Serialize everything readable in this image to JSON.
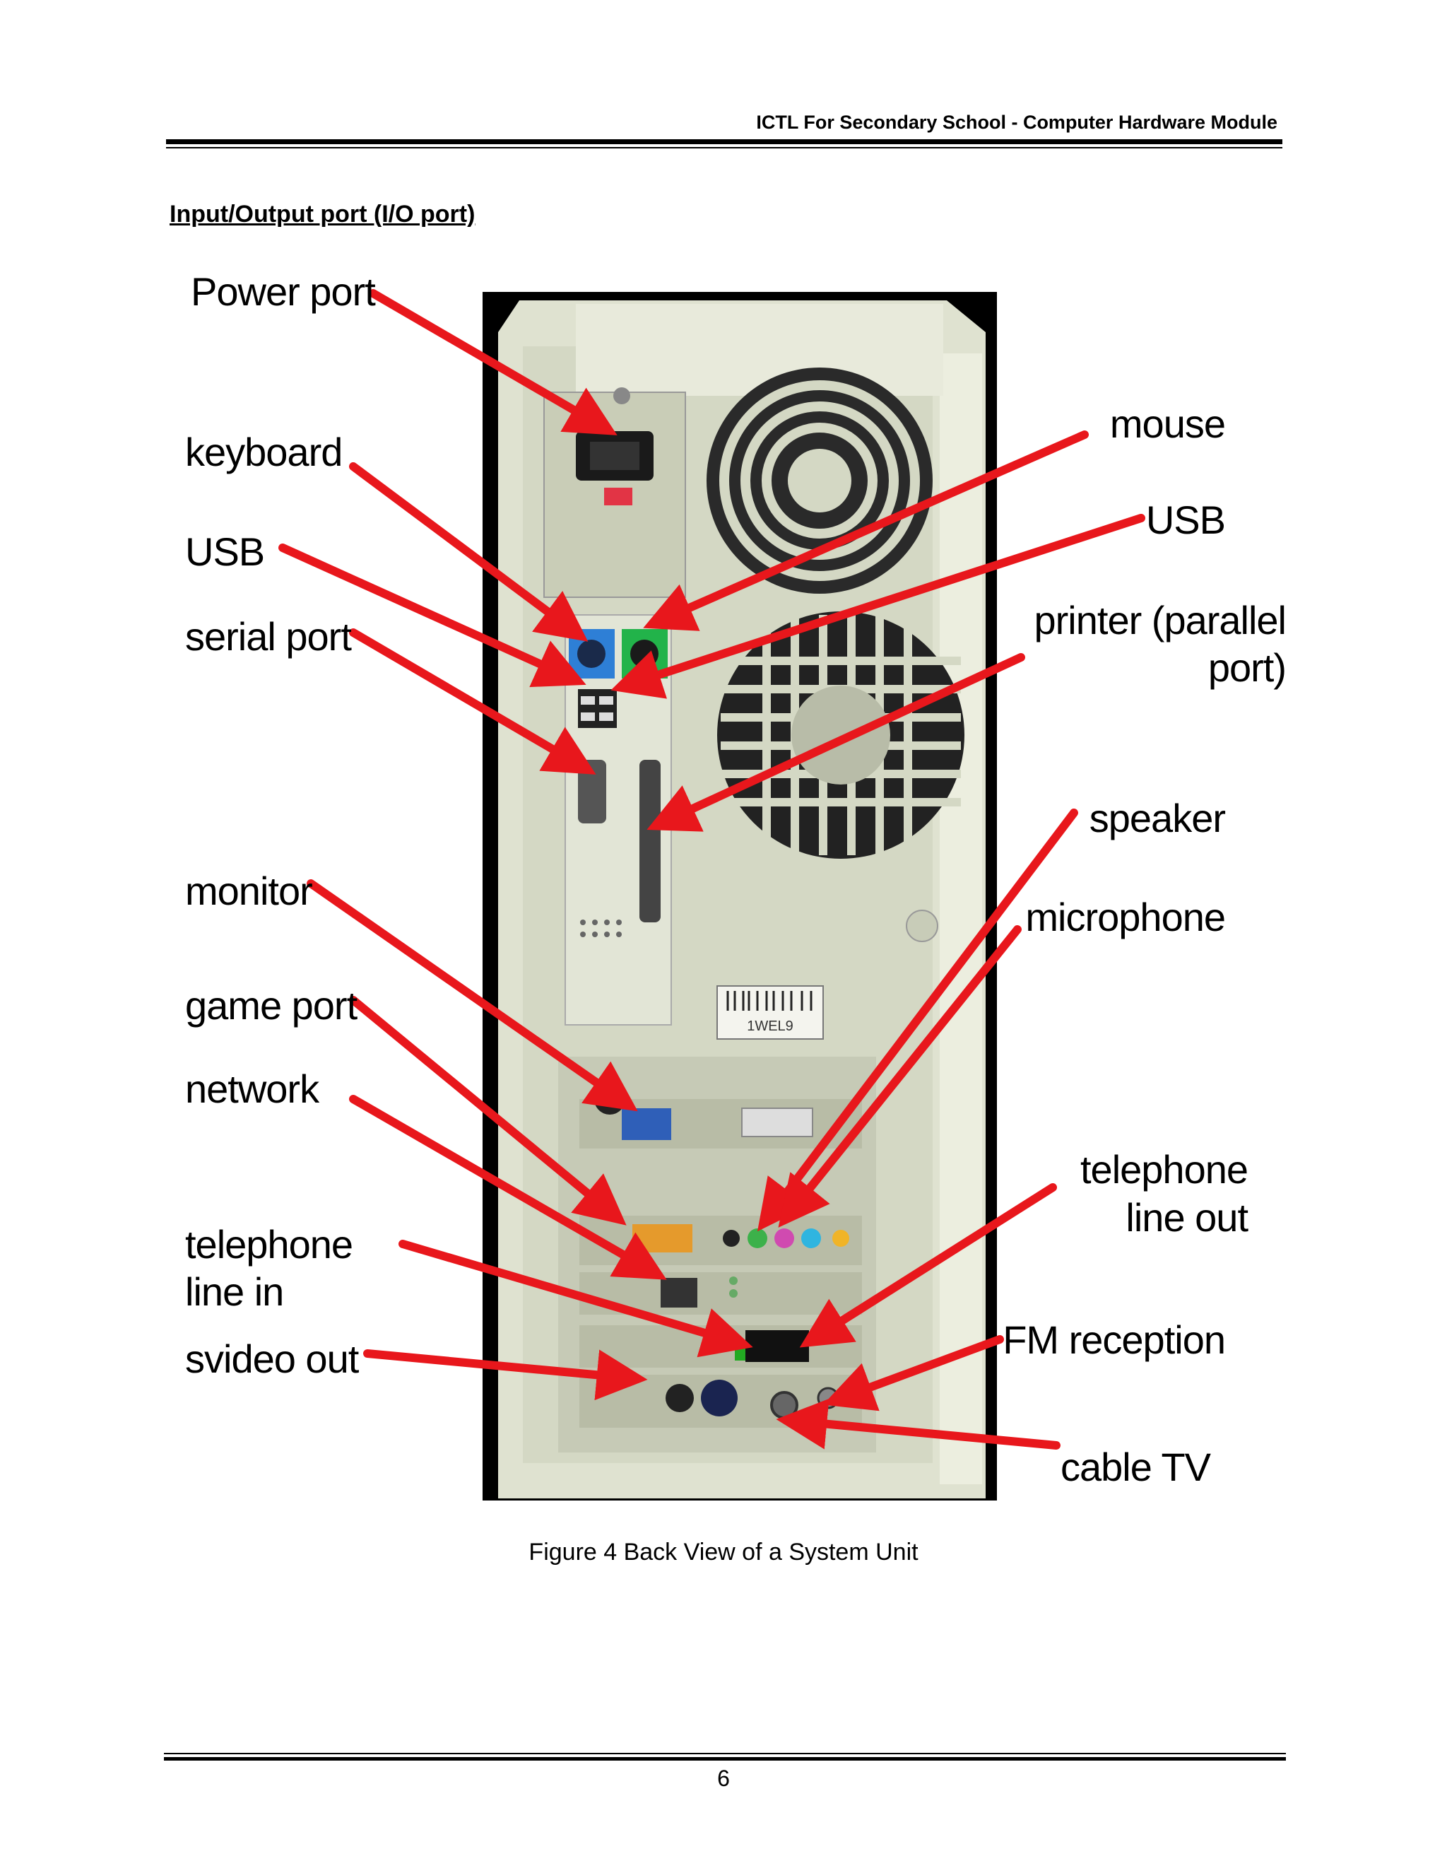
{
  "header": {
    "running_title": "ICTL For Secondary School -  Computer Hardware Module"
  },
  "section": {
    "title": "Input/Output port (I/O port)"
  },
  "figure": {
    "labels_left": {
      "power_port": "Power port",
      "keyboard": "keyboard",
      "usb": "USB",
      "serial_port": "serial port",
      "monitor": "monitor",
      "game_port": "game port",
      "network": "network",
      "telephone_line_in_1": "telephone",
      "telephone_line_in_2": "line in",
      "svideo_out": "svideo out"
    },
    "labels_right": {
      "mouse": "mouse",
      "usb": "USB",
      "printer_1": "printer (parallel",
      "printer_2": "port)",
      "speaker": "speaker",
      "microphone": "microphone",
      "telephone_line_out_1": "telephone",
      "telephone_line_out_2": "line out",
      "fm_reception": "FM reception",
      "cable_tv": "cable TV"
    },
    "barcode_text": "1WEL9",
    "caption": "Figure 4 Back View of a System Unit",
    "arrow_color": "#e8171c",
    "case_color": "#e6e8d8",
    "keyboard_port_color": "#2e7fd6",
    "mouse_port_color": "#22b34a"
  },
  "footer": {
    "page_number": "6"
  }
}
